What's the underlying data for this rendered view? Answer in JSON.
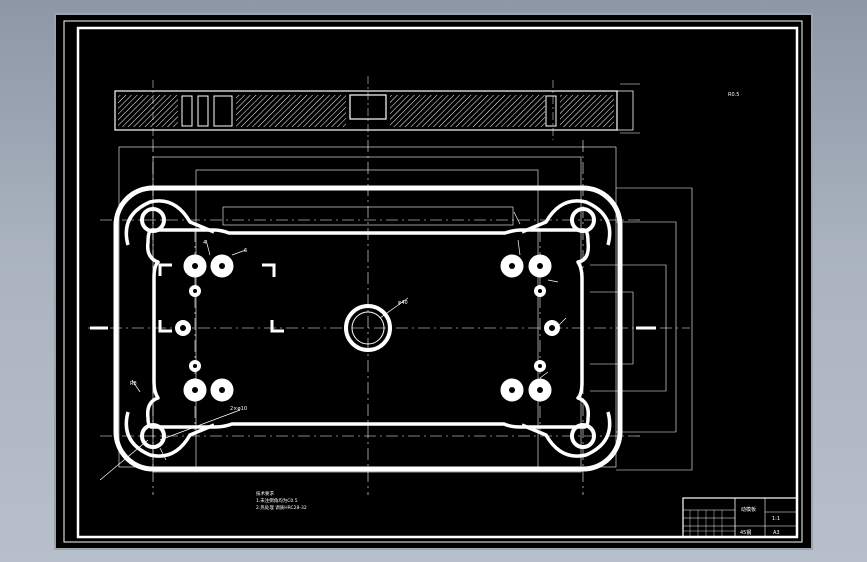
{
  "drawing": {
    "kind": "mold-plate-cad-drawing",
    "colors": {
      "background": "#000000",
      "line": "#ffffff",
      "frame_outer": "#9aa3ae",
      "desktop": "#aab3bf"
    }
  },
  "notes": {
    "corner_note": "R0.5",
    "requirements_title": "技术要求",
    "requirements_line1": "1.未注倒角均为C0.5",
    "requirements_line2": "2.热处理 调质HRC28-32"
  },
  "dimensions": {
    "d1": "4",
    "d2": "6",
    "d3": "R8",
    "d4": "φ40",
    "d5": "2×φ10"
  },
  "title_block": {
    "name": "动模板",
    "material": "45钢",
    "scale": "1:1",
    "sheet": "A3"
  }
}
